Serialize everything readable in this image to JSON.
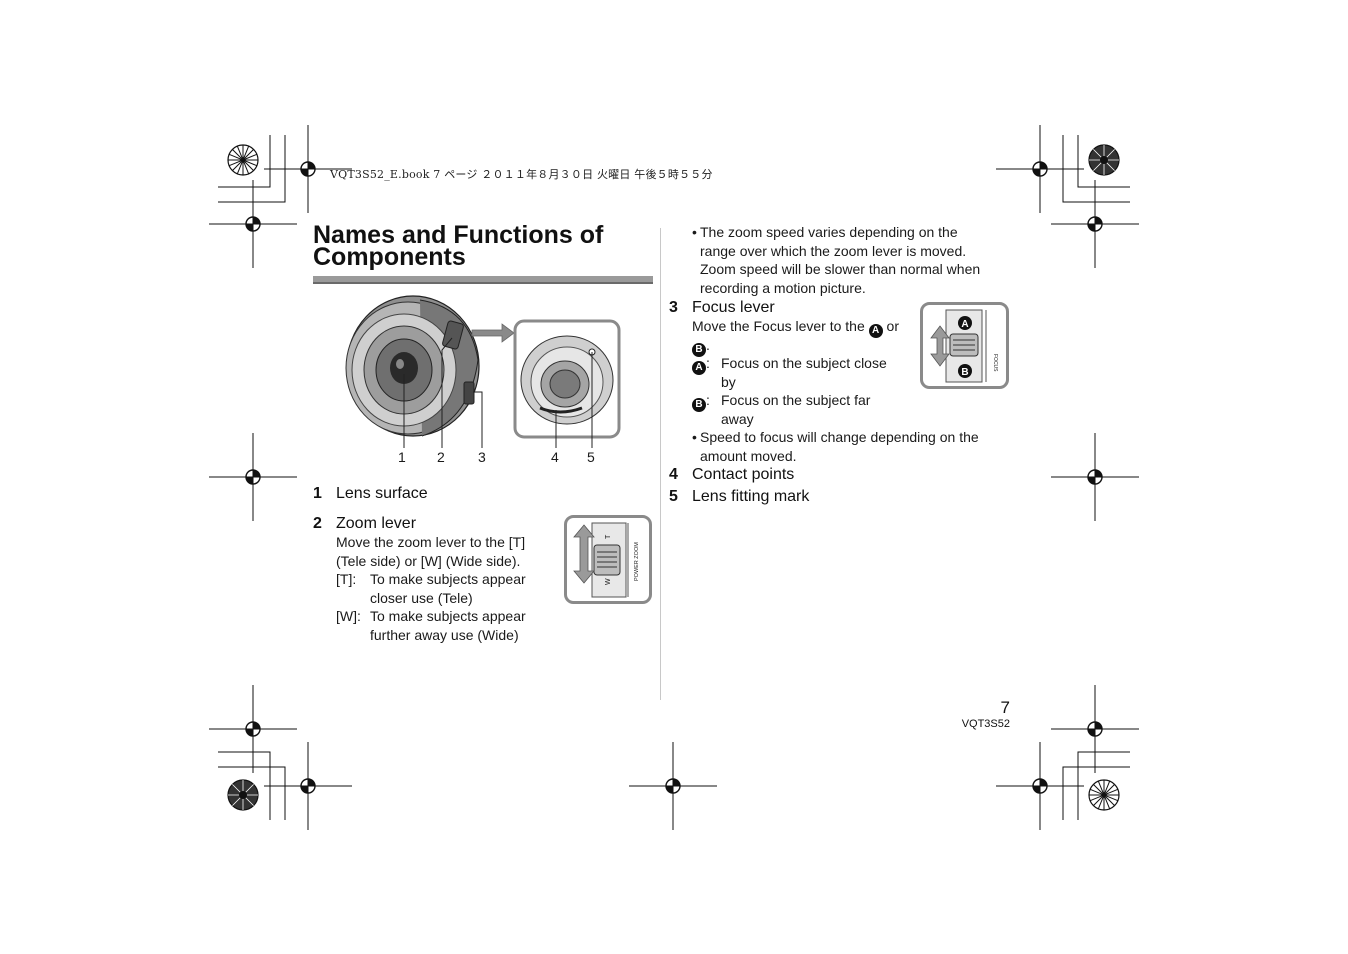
{
  "print_header": "VQT3S52_E.book  7 ページ  ２０１１年８月３０日  火曜日  午後５時５５分",
  "title": "Names and Functions of Components",
  "figure_labels": [
    "1",
    "2",
    "3",
    "4",
    "5"
  ],
  "items": {
    "lens_surface": {
      "num": "1",
      "label": "Lens surface"
    },
    "zoom_lever": {
      "num": "2",
      "label": "Zoom lever",
      "desc_line1": "Move the zoom lever to the [T]",
      "desc_line2": "(Tele side) or [W] (Wide side).",
      "t_key": "[T]:",
      "t_line1": "To make subjects appear",
      "t_line2": "closer use (Tele)",
      "w_key": "[W]:",
      "w_line1": "To make subjects appear",
      "w_line2": "further away use (Wide)",
      "figure_t": "T",
      "figure_w": "W",
      "figure_side": "POWER ZOOM"
    },
    "zoom_note": [
      "The zoom speed varies depending on the",
      "range over which the zoom lever is moved.",
      "Zoom speed will be slower than normal when",
      "recording a motion picture."
    ],
    "focus_lever": {
      "num": "3",
      "label": "Focus lever",
      "desc": "Move the Focus lever to the",
      "or": "or",
      "badge_a": "A",
      "badge_b": "B",
      "a_line1": "Focus on the subject close",
      "a_line2": "by",
      "b_line1": "Focus on the subject far",
      "b_line2": "away",
      "figure_side": "FOCUS"
    },
    "focus_note": [
      "Speed to focus will change depending on the",
      "amount moved."
    ],
    "contact_points": {
      "num": "4",
      "label": "Contact points"
    },
    "lens_mark": {
      "num": "5",
      "label": "Lens fitting mark"
    }
  },
  "page_number": "7",
  "page_code": "VQT3S52"
}
